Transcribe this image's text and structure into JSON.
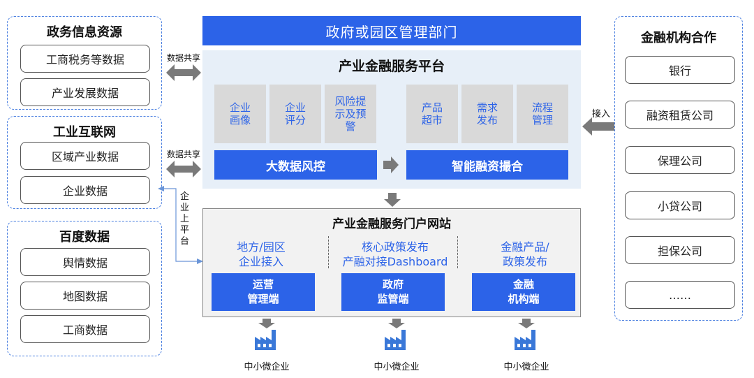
{
  "header": {
    "title": "政府或园区管理部门"
  },
  "left_groups": [
    {
      "title": "政务信息资源",
      "items": [
        "工商税务等数据",
        "产业发展数据"
      ]
    },
    {
      "title": "工业互联网",
      "items": [
        "区域产业数据",
        "企业数据"
      ]
    },
    {
      "title": "百度数据",
      "items": [
        "舆情数据",
        "地图数据",
        "工商数据"
      ]
    }
  ],
  "data_share_label": "数据共享",
  "platform": {
    "title": "产业金融服务平台",
    "left_cells": [
      "企业\n画像",
      "企业\n评分",
      "风险提\n示及预\n警"
    ],
    "right_cells": [
      "产品\n超市",
      "需求\n发布",
      "流程\n管理"
    ],
    "left_bar": "大数据风控",
    "right_bar": "智能融资撮合"
  },
  "access_label": "接入",
  "finance_group": {
    "title": "金融机构合作",
    "items": [
      "银行",
      "融资租赁公司",
      "保理公司",
      "小贷公司",
      "担保公司",
      "……"
    ]
  },
  "enterprise_platform_label": "企\n业\n上\n平\n台",
  "portal": {
    "title": "产业金融服务门户网站",
    "columns": [
      {
        "subtitle": "地方/园区\n企业接入",
        "button": "运营\n管理端"
      },
      {
        "subtitle": "核心政策发布\n产融对接Dashboard",
        "button": "政府\n监管端"
      },
      {
        "subtitle": "金融产品/\n政策发布",
        "button": "金融\n机构端"
      }
    ]
  },
  "sme_label": "中小微企业",
  "colors": {
    "accent": "#2c63e8",
    "panel": "#e7eff8",
    "cell": "#d9d9d9",
    "arrow": "#7a7a7a",
    "dash": "#4a7fe0"
  }
}
